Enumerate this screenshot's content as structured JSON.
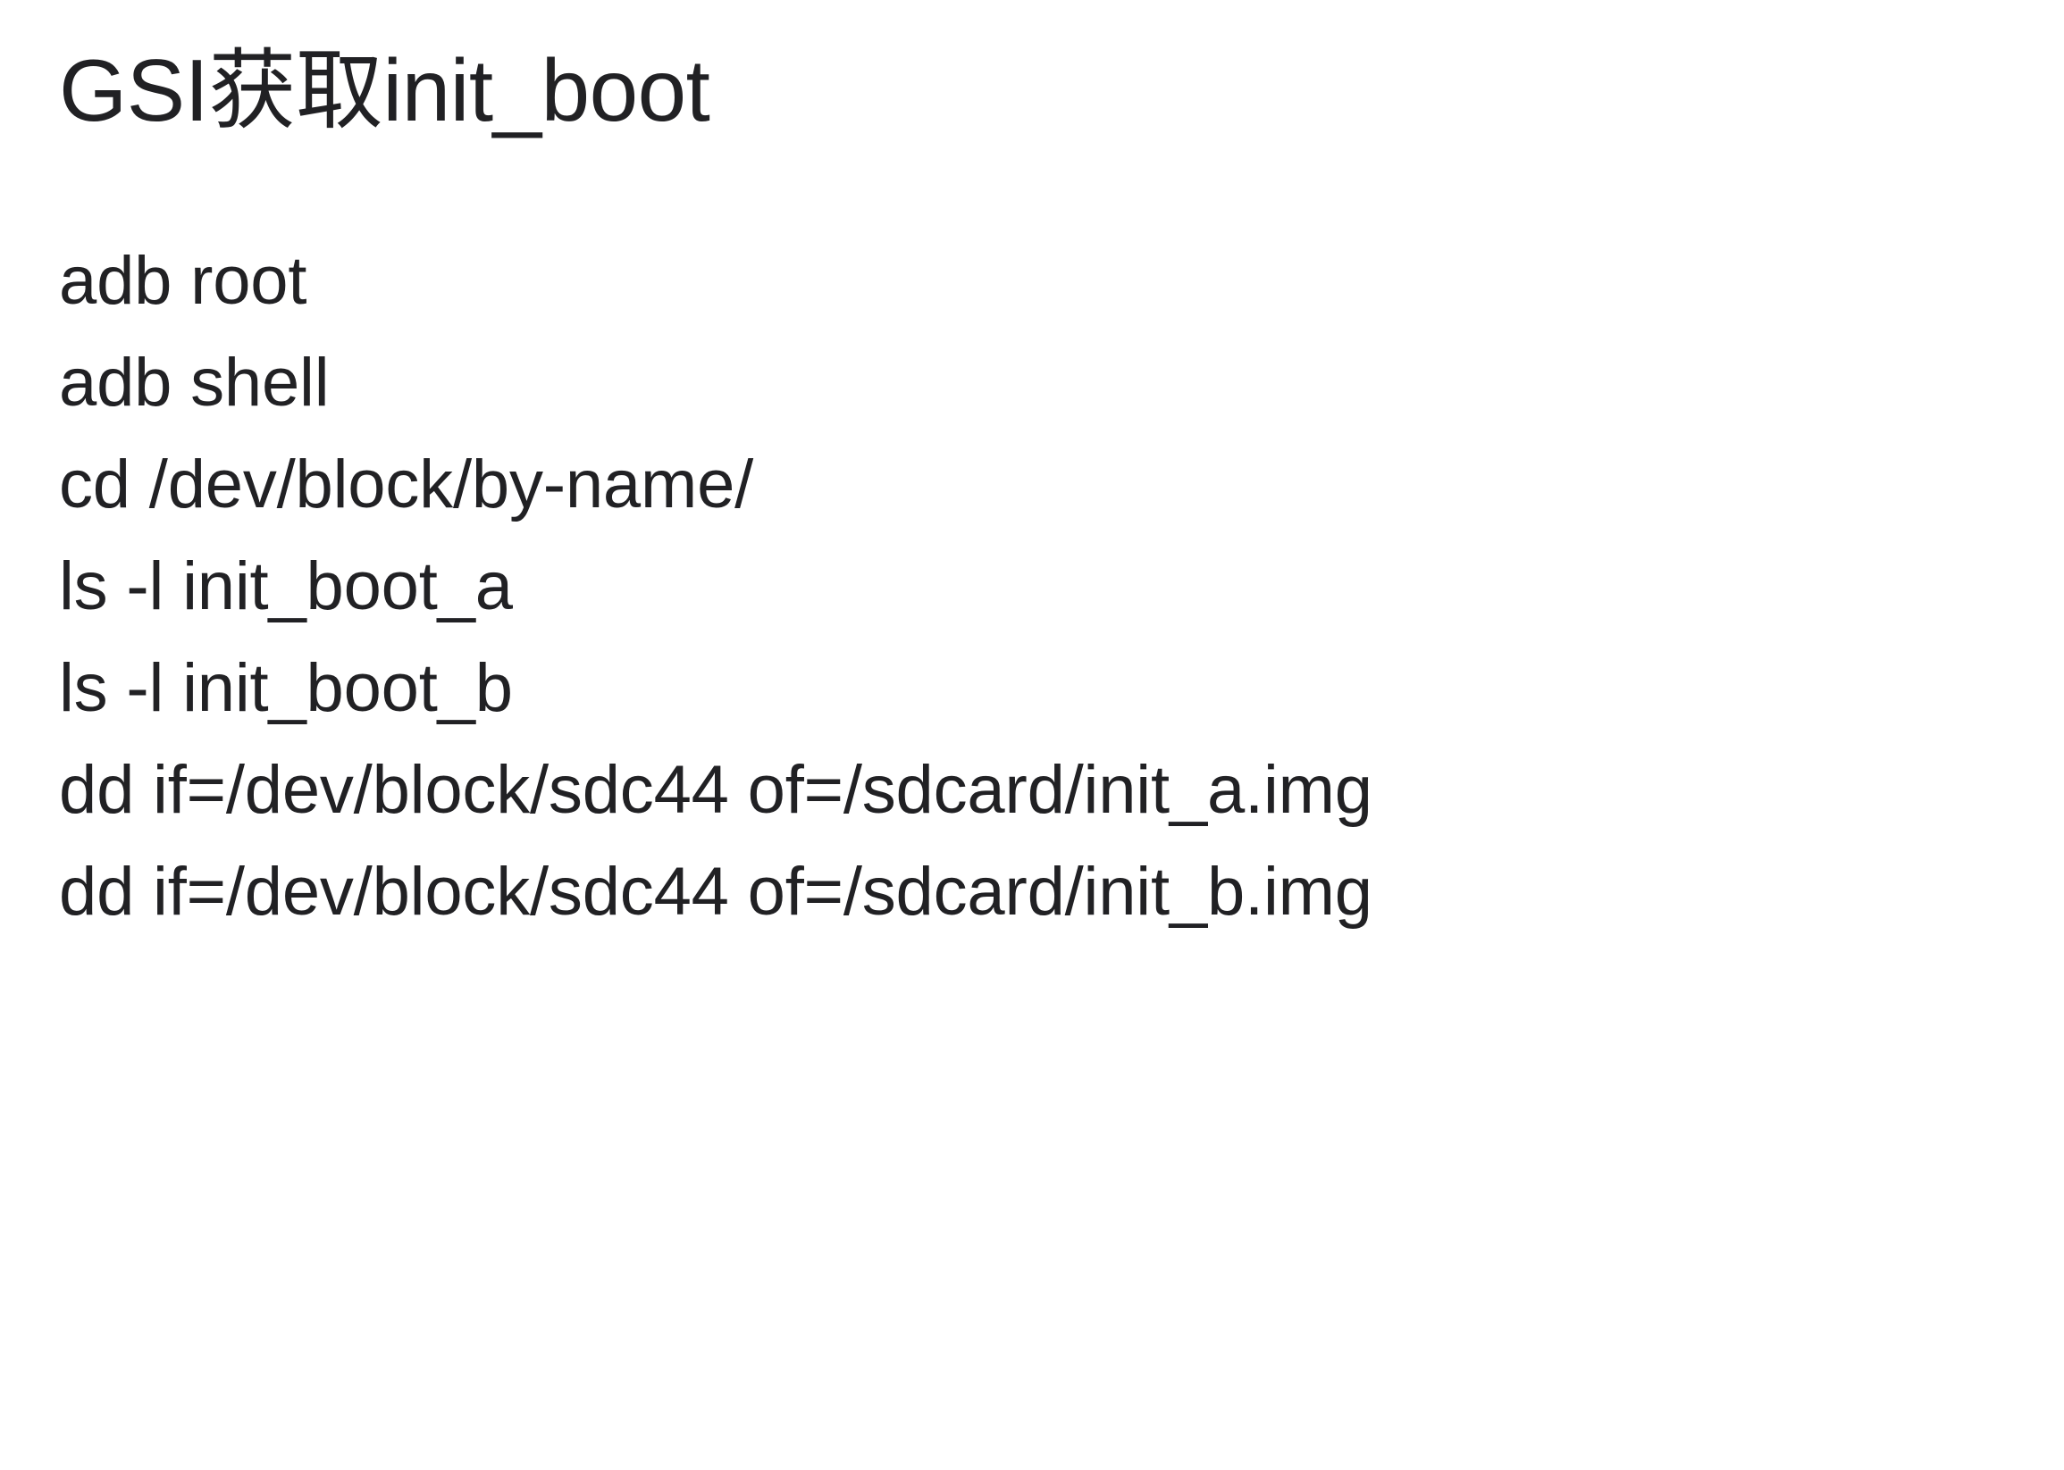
{
  "document": {
    "title": "GSI获取init_boot",
    "background_color": "#ffffff",
    "text_color": "#212124",
    "body_lines": [
      "adb root",
      "adb shell",
      "cd /dev/block/by-name/",
      "ls -l init_boot_a",
      "ls -l init_boot_b",
      "dd if=/dev/block/sdc44 of=/sdcard/init_a.img",
      "dd if=/dev/block/sdc44 of=/sdcard/init_b.img"
    ],
    "watermark": ""
  }
}
